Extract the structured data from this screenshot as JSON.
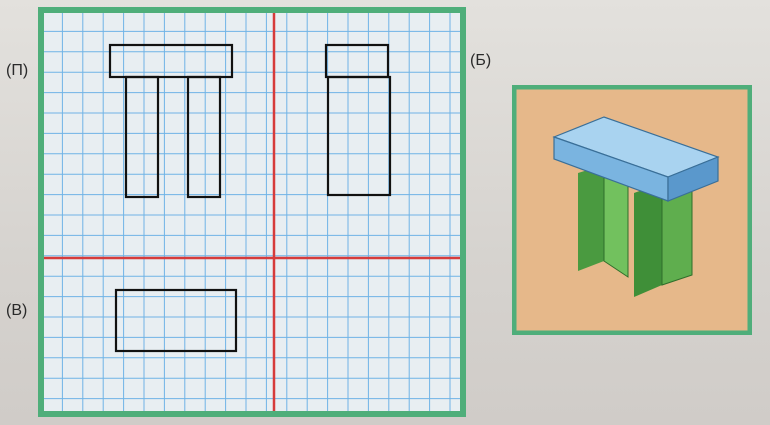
{
  "labels": {
    "front_view": "(П)",
    "side_view": "(Б)",
    "top_view": "(В)"
  },
  "icons": {
    "orthographic_grid": "orthographic-projection-grid",
    "isometric_block": "isometric-table-model"
  },
  "colors": {
    "frame": "#4fae7a",
    "grid_line": "#6fb3e6",
    "axis_line": "#d63b3b",
    "outline": "#111111",
    "iso_bg": "#e6b88a",
    "iso_top": "#8cc2e8",
    "iso_leg": "#5fae4e"
  }
}
